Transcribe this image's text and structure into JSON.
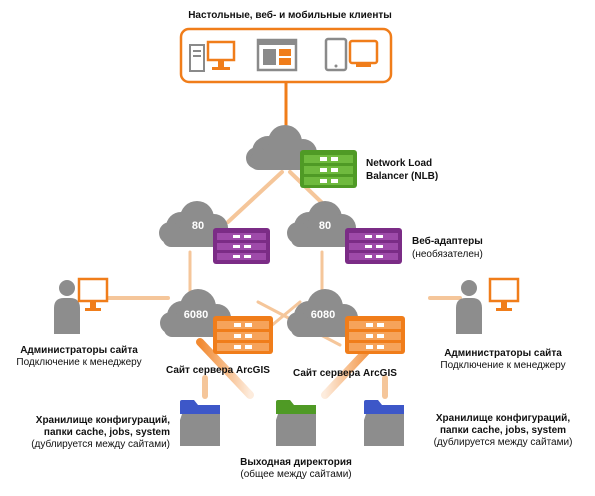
{
  "clients": {
    "title": "Настольные, веб- и мобильные клиенты"
  },
  "nlb": {
    "line1": "Network Load",
    "line2": "Balancer (NLB)"
  },
  "web_adaptors": {
    "title": "Веб-адаптеры",
    "note": "(необязателен)",
    "port_left": "80",
    "port_right": "80"
  },
  "servers": {
    "port_left": "6080",
    "port_right": "6080",
    "site_left": "Сайт сервера ArcGIS",
    "site_right": "Сайт сервера ArcGIS"
  },
  "admins_left": {
    "title": "Администраторы сайта",
    "subtitle": "Подключение к менеджеру"
  },
  "admins_right": {
    "title": "Администраторы сайта",
    "subtitle": "Подключение к менеджеру"
  },
  "store_left": {
    "line1": "Хранилище конфигураций,",
    "line2": "папки cache, jobs, system",
    "line3": "(дублируется между сайтами)"
  },
  "store_right": {
    "line1": "Хранилище конфигураций,",
    "line2": "папки cache, jobs, system",
    "line3": "(дублируется между сайтами)"
  },
  "output": {
    "title": "Выходная директория",
    "note": "(общее между сайтами)"
  },
  "colors": {
    "orange": "#f07d1a",
    "gray": "#8a8a8a",
    "green": "#4f9a25",
    "purple": "#7b2c86",
    "blue": "#3d57c8",
    "light_orange": "#f5c69a"
  }
}
